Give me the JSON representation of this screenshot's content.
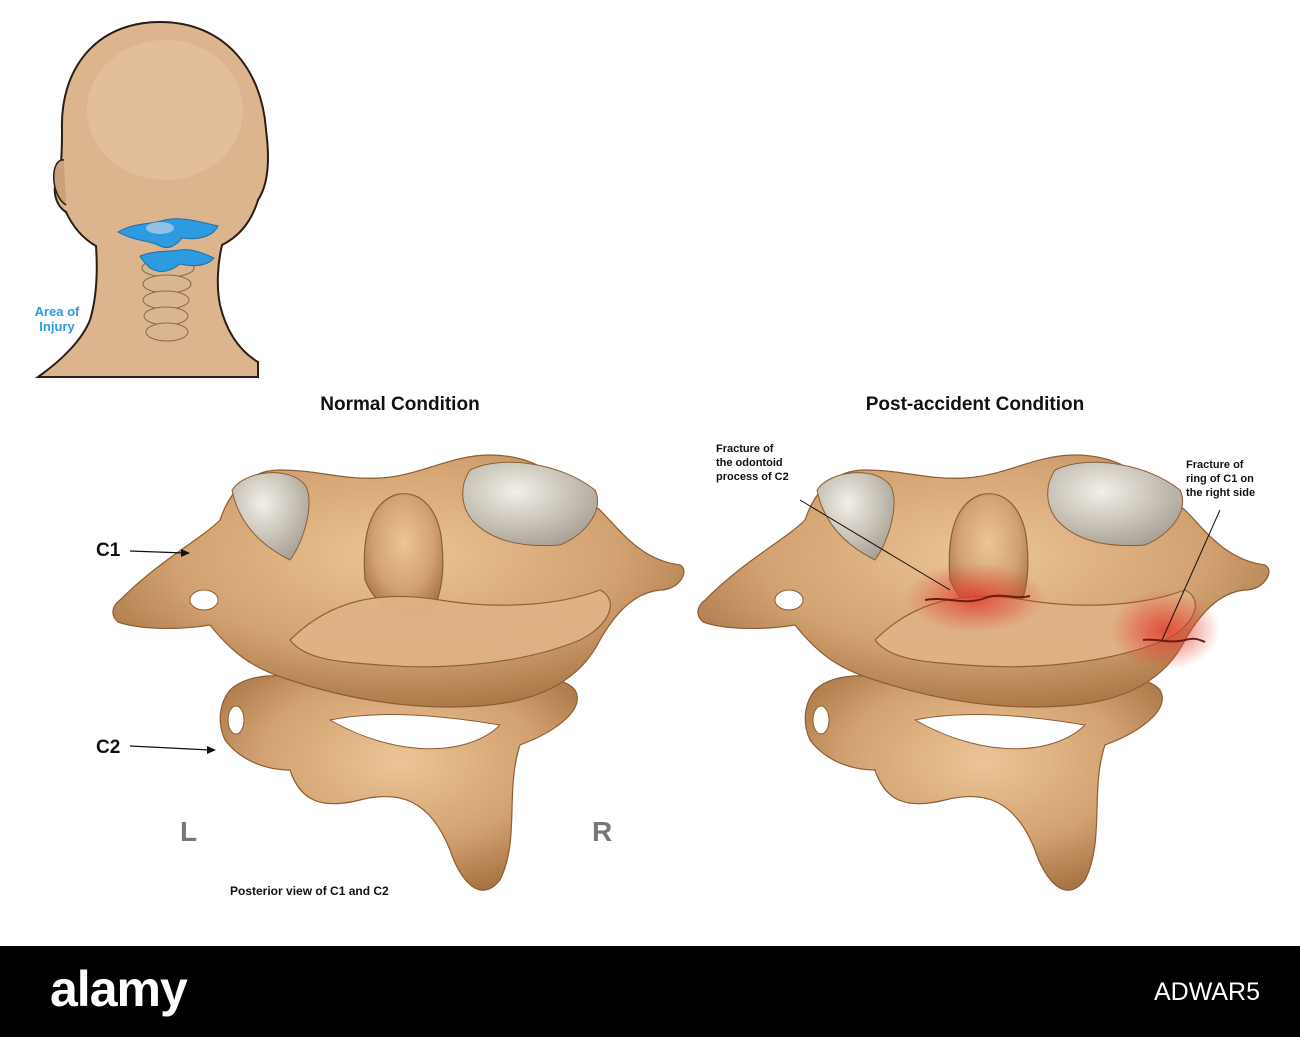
{
  "head_inset": {
    "area_label_line1": "Area of",
    "area_label_line2": "Injury",
    "highlight_color": "#2d9be0"
  },
  "normal_panel": {
    "title": "Normal Condition",
    "c1_label": "C1",
    "c2_label": "C2",
    "left_label": "L",
    "right_label": "R",
    "caption": "Posterior view of C1 and C2"
  },
  "post_panel": {
    "title": "Post-accident Condition",
    "fracture_odontoid_line1": "Fracture of",
    "fracture_odontoid_line2": "the odontoid",
    "fracture_odontoid_line3": "process of C2",
    "fracture_ring_line1": "Fracture of",
    "fracture_ring_line2": "ring of C1 on",
    "fracture_ring_line3": "the right side",
    "fracture_color": "#e23b2e"
  },
  "colors": {
    "bone": "#d9aa78",
    "bone_dark": "#a3703f",
    "skin": "#dcb58f",
    "cartilage": "#e9e4da",
    "side_label": "#777777"
  },
  "footer": {
    "brand": "alamy",
    "image_code": "ADWAR5"
  }
}
